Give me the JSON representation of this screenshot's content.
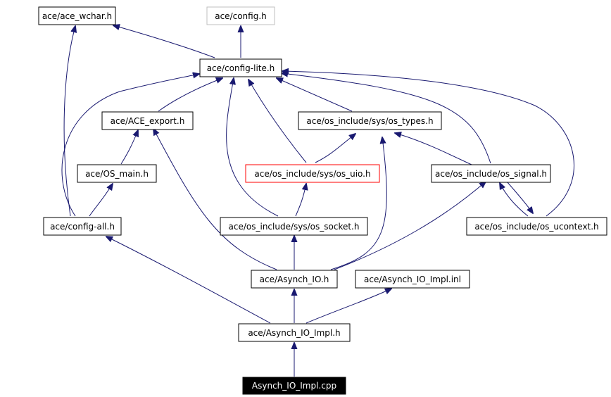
{
  "nodes": {
    "ace_wchar": {
      "label": "ace/ace_wchar.h"
    },
    "config": {
      "label": "ace/config.h"
    },
    "config_lite": {
      "label": "ace/config-lite.h"
    },
    "ace_export": {
      "label": "ace/ACE_export.h"
    },
    "os_types": {
      "label": "ace/os_include/sys/os_types.h"
    },
    "os_main": {
      "label": "ace/OS_main.h"
    },
    "os_uio": {
      "label": "ace/os_include/sys/os_uio.h"
    },
    "os_signal": {
      "label": "ace/os_include/os_signal.h"
    },
    "config_all": {
      "label": "ace/config-all.h"
    },
    "os_socket": {
      "label": "ace/os_include/sys/os_socket.h"
    },
    "os_ucontext": {
      "label": "ace/os_include/os_ucontext.h"
    },
    "asynch_io": {
      "label": "ace/Asynch_IO.h"
    },
    "asynch_io_inl": {
      "label": "ace/Asynch_IO_Impl.inl"
    },
    "asynch_io_impl": {
      "label": "ace/Asynch_IO_Impl.h"
    },
    "root": {
      "label": "Asynch_IO_Impl.cpp"
    }
  },
  "edges": [
    [
      "root",
      "asynch_io_impl"
    ],
    [
      "asynch_io_impl",
      "asynch_io"
    ],
    [
      "asynch_io_impl",
      "asynch_io_inl"
    ],
    [
      "asynch_io_impl",
      "config_all"
    ],
    [
      "asynch_io",
      "os_socket"
    ],
    [
      "asynch_io",
      "ace_export"
    ],
    [
      "asynch_io",
      "os_types"
    ],
    [
      "asynch_io",
      "os_signal"
    ],
    [
      "os_socket",
      "os_uio"
    ],
    [
      "os_socket",
      "config_lite"
    ],
    [
      "os_uio",
      "os_types"
    ],
    [
      "os_uio",
      "config_lite"
    ],
    [
      "os_types",
      "config_lite"
    ],
    [
      "os_signal",
      "os_types"
    ],
    [
      "os_signal",
      "config_lite"
    ],
    [
      "os_signal",
      "os_ucontext"
    ],
    [
      "os_ucontext",
      "os_signal"
    ],
    [
      "os_ucontext",
      "config_lite"
    ],
    [
      "config_all",
      "os_main"
    ],
    [
      "config_all",
      "config_lite"
    ],
    [
      "config_all",
      "ace_wchar"
    ],
    [
      "os_main",
      "ace_export"
    ],
    [
      "ace_export",
      "config_lite"
    ],
    [
      "config_lite",
      "config"
    ],
    [
      "config_lite",
      "ace_wchar"
    ]
  ],
  "colors": {
    "edge": "#191970",
    "node_border": "#000000",
    "missing_border": "#bfbfbf",
    "highlight_border": "#ff0000",
    "root_fill": "#000000",
    "root_text": "#ffffff"
  }
}
